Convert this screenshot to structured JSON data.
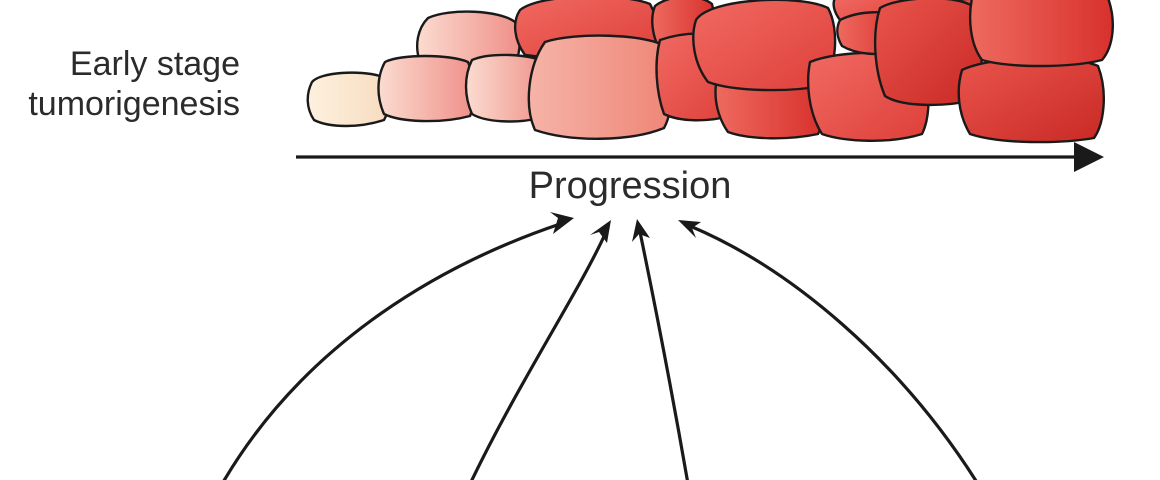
{
  "labels": {
    "early_stage_line1": "Early stage",
    "early_stage_line2": "tumorigenesis",
    "progression": "Progression"
  },
  "colors": {
    "cell_early": "#fbe6cc",
    "cell_mid": "#f2a19a",
    "cell_late": "#e63c36",
    "outline": "#1a1a1a",
    "arrow": "#1a1a1a",
    "text": "#2b2b2b"
  }
}
